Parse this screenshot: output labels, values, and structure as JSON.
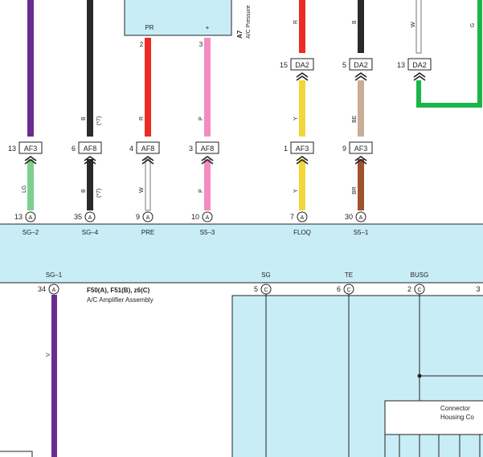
{
  "colors": {
    "violet": "#6a2c91",
    "black": "#2a2a2a",
    "red": "#ee2a24",
    "pink": "#f48cc0",
    "yellow": "#f4d63a",
    "green": "#1db54a",
    "light_green": "#7ccf8f",
    "white_wire": "#ffffff",
    "beige": "#c8ad98",
    "brown": "#a0522d",
    "panel": "#c9edf7",
    "outline": "#222222"
  },
  "top_component": {
    "pin_labels": [
      "PR",
      "+"
    ],
    "id": "A7",
    "name": "A/C Pressure"
  },
  "right_connectors": [
    {
      "pin": "15",
      "code": "DA2"
    },
    {
      "pin": "5",
      "code": "DA2"
    },
    {
      "pin": "13",
      "code": "DA2"
    }
  ],
  "mid_connectors": [
    {
      "pin": "13",
      "code": "AF3"
    },
    {
      "pin": "6",
      "code": "AF8"
    },
    {
      "pin": "4",
      "code": "AF8"
    },
    {
      "pin": "3",
      "code": "AF8"
    },
    {
      "pin": "1",
      "code": "AF3"
    },
    {
      "pin": "9",
      "code": "AF3"
    }
  ],
  "wire_labels": {
    "upper": [
      "B",
      "(*7)",
      "R",
      "P",
      "R",
      "B",
      "W",
      "G",
      "Y",
      "BE",
      "2",
      "3"
    ],
    "lower": [
      "LG",
      "B",
      "(*7)",
      "W",
      "P",
      "Y",
      "BR"
    ],
    "amp_out": "V"
  },
  "amp_pins_top": [
    {
      "num": "13",
      "letter": "A",
      "name": "SG–2"
    },
    {
      "num": "35",
      "letter": "A",
      "name": "SG–4"
    },
    {
      "num": "9",
      "letter": "A",
      "name": "PRE"
    },
    {
      "num": "10",
      "letter": "A",
      "name": "S5–3"
    },
    {
      "num": "7",
      "letter": "A",
      "name": "FLOQ"
    },
    {
      "num": "30",
      "letter": "A",
      "name": "S5–1"
    }
  ],
  "amp_pins_bottom": [
    {
      "num": "34",
      "letter": "A",
      "name": "SG–1"
    },
    {
      "num": "5",
      "letter": "C",
      "name": "SG"
    },
    {
      "num": "6",
      "letter": "C",
      "name": "TE"
    },
    {
      "num": "2",
      "letter": "C",
      "name": "BUSG"
    },
    {
      "num": "3",
      "letter": "",
      "name": ""
    }
  ],
  "amplifier": {
    "id": "F50(A), F51(B), z6(C)",
    "name": "A/C Amplifier Assembly"
  },
  "housing": {
    "line1": "Connector",
    "line2": "Housing Co"
  }
}
